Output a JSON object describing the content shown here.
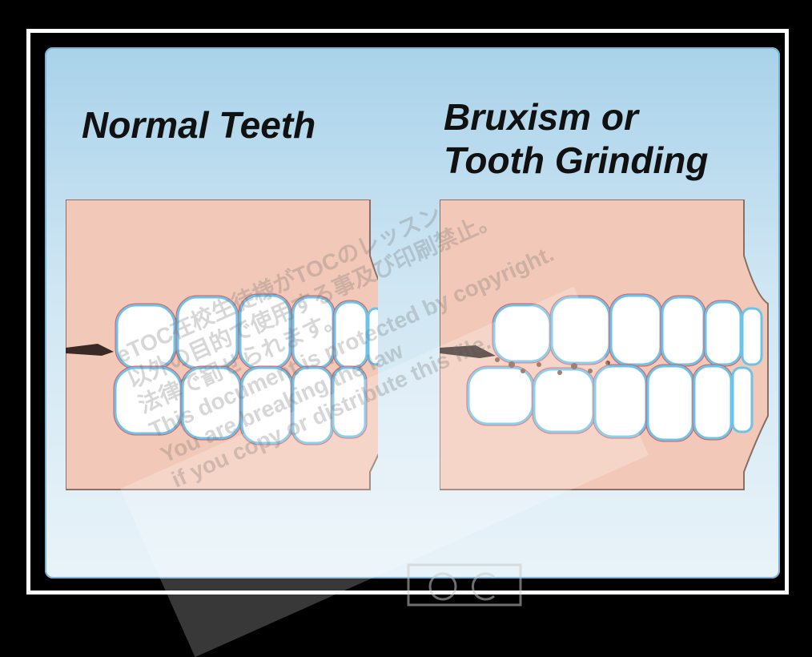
{
  "left_panel": {
    "title": "Normal Teeth"
  },
  "right_panel": {
    "title_line1": "Bruxism or",
    "title_line2": "Tooth Grinding"
  },
  "watermark": {
    "lines": [
      "eTOC在校生徒様がTOCのレッスン",
      "以外の目的で使用する事及び印刷禁止。",
      "法律で罰せられます。",
      "This document is protected by copyright.",
      "You are breaking the law",
      "if you copy or distribute this file."
    ]
  },
  "colors": {
    "background": "#000000",
    "panel_top": "#a9d2ea",
    "panel_bottom": "#e9f3f9",
    "gum": "#f2c9b8",
    "tooth": "#ffffff",
    "tooth_outline": "#6cc3ea",
    "gum_line": "#e05a5a"
  }
}
